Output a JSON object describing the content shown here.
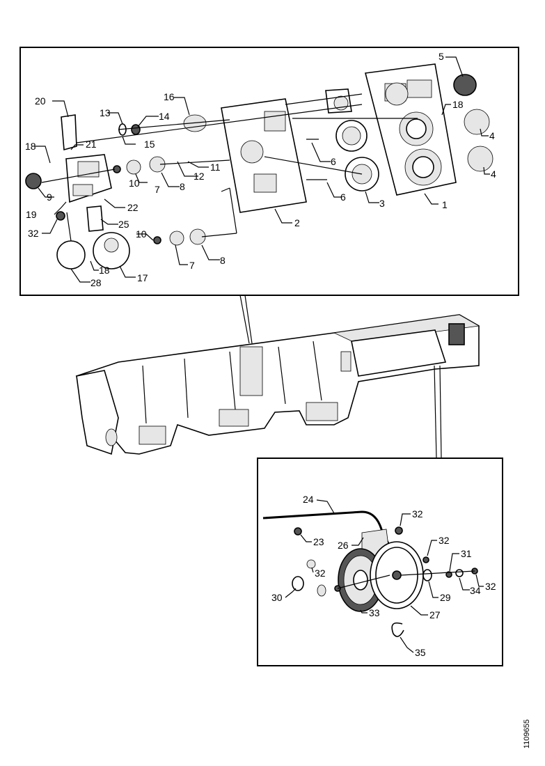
{
  "top_callouts": [
    {
      "label": "20"
    },
    {
      "label": "13"
    },
    {
      "label": "14"
    },
    {
      "label": "16"
    },
    {
      "label": "5"
    },
    {
      "label": "18"
    },
    {
      "label": "18"
    },
    {
      "label": "21"
    },
    {
      "label": "15"
    },
    {
      "label": "4"
    },
    {
      "label": "4"
    },
    {
      "label": "6"
    },
    {
      "label": "11"
    },
    {
      "label": "12"
    },
    {
      "label": "10"
    },
    {
      "label": "7"
    },
    {
      "label": "8"
    },
    {
      "label": "9"
    },
    {
      "label": "6"
    },
    {
      "label": "3"
    },
    {
      "label": "1"
    },
    {
      "label": "19"
    },
    {
      "label": "22"
    },
    {
      "label": "32"
    },
    {
      "label": "25"
    },
    {
      "label": "2"
    },
    {
      "label": "10"
    },
    {
      "label": "7"
    },
    {
      "label": "8"
    },
    {
      "label": "18"
    },
    {
      "label": "17"
    },
    {
      "label": "28"
    }
  ],
  "bottom_callouts": [
    {
      "label": "24"
    },
    {
      "label": "32"
    },
    {
      "label": "23"
    },
    {
      "label": "26"
    },
    {
      "label": "32"
    },
    {
      "label": "31"
    },
    {
      "label": "32"
    },
    {
      "label": "32"
    },
    {
      "label": "34"
    },
    {
      "label": "29"
    },
    {
      "label": "30"
    },
    {
      "label": "33"
    },
    {
      "label": "27"
    },
    {
      "label": "35"
    }
  ],
  "reference_code": "1109655"
}
